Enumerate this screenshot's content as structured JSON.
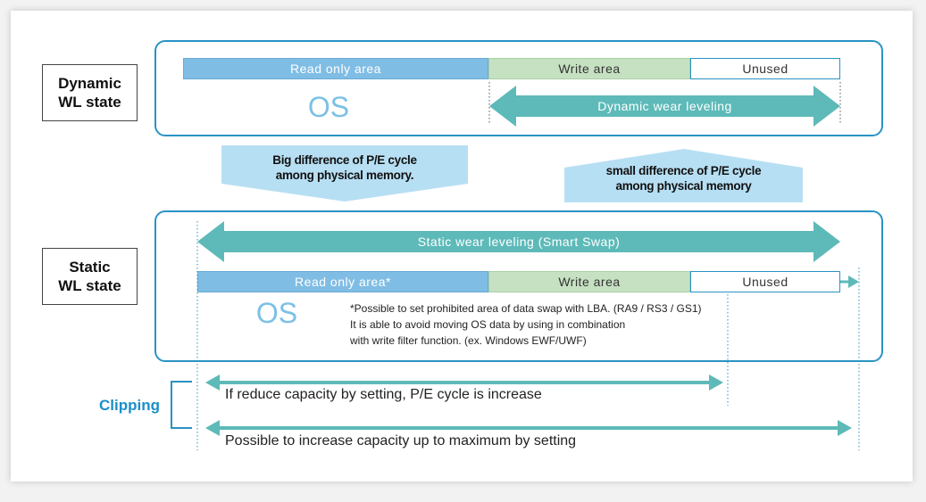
{
  "dynamic": {
    "state_label": "Dynamic\nWL state",
    "read_only": "Read only area",
    "write": "Write area",
    "unused": "Unused",
    "os": "OS",
    "arrow_label": "Dynamic wear leveling"
  },
  "callouts": {
    "big_diff": "Big difference of P/E cycle\namong physical memory.",
    "small_diff": "small difference of P/E cycle\namong physical memory"
  },
  "static": {
    "state_label": "Static\nWL state",
    "arrow_label": "Static wear leveling (Smart Swap)",
    "read_only": "Read only area*",
    "write": "Write area",
    "unused": "Unused",
    "os": "OS",
    "note": "*Possible to set prohibited area of data swap with LBA. (RA9 / RS3 / GS1)\n It is able to avoid moving OS data by using in combination\n with write filter function. (ex. Windows EWF/UWF)"
  },
  "clipping": {
    "label": "Clipping",
    "reduce_text": "If reduce capacity by setting, P/E cycle is increase",
    "increase_text": "Possible to increase capacity up to maximum by setting"
  },
  "colors": {
    "panel_border": "#2a93c4",
    "read_only": "#80bde4",
    "write": "#c6e1c2",
    "teal_arrow": "#5dbab8",
    "callout": "#b7dff3",
    "clipping_label": "#1b8fc8"
  }
}
